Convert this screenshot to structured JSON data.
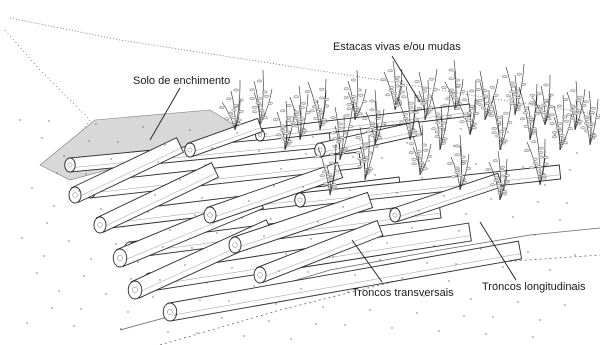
{
  "labels": {
    "fill_soil": "Solo de enchimento",
    "live_stakes": "Estacas vivas e/ou mudas",
    "transverse_logs": "Troncos transversais",
    "longitudinal_logs": "Troncos longitudinais"
  },
  "colors": {
    "ink": "#2a2a2a",
    "shade": "#9a9a9a",
    "background": "#ffffff"
  }
}
